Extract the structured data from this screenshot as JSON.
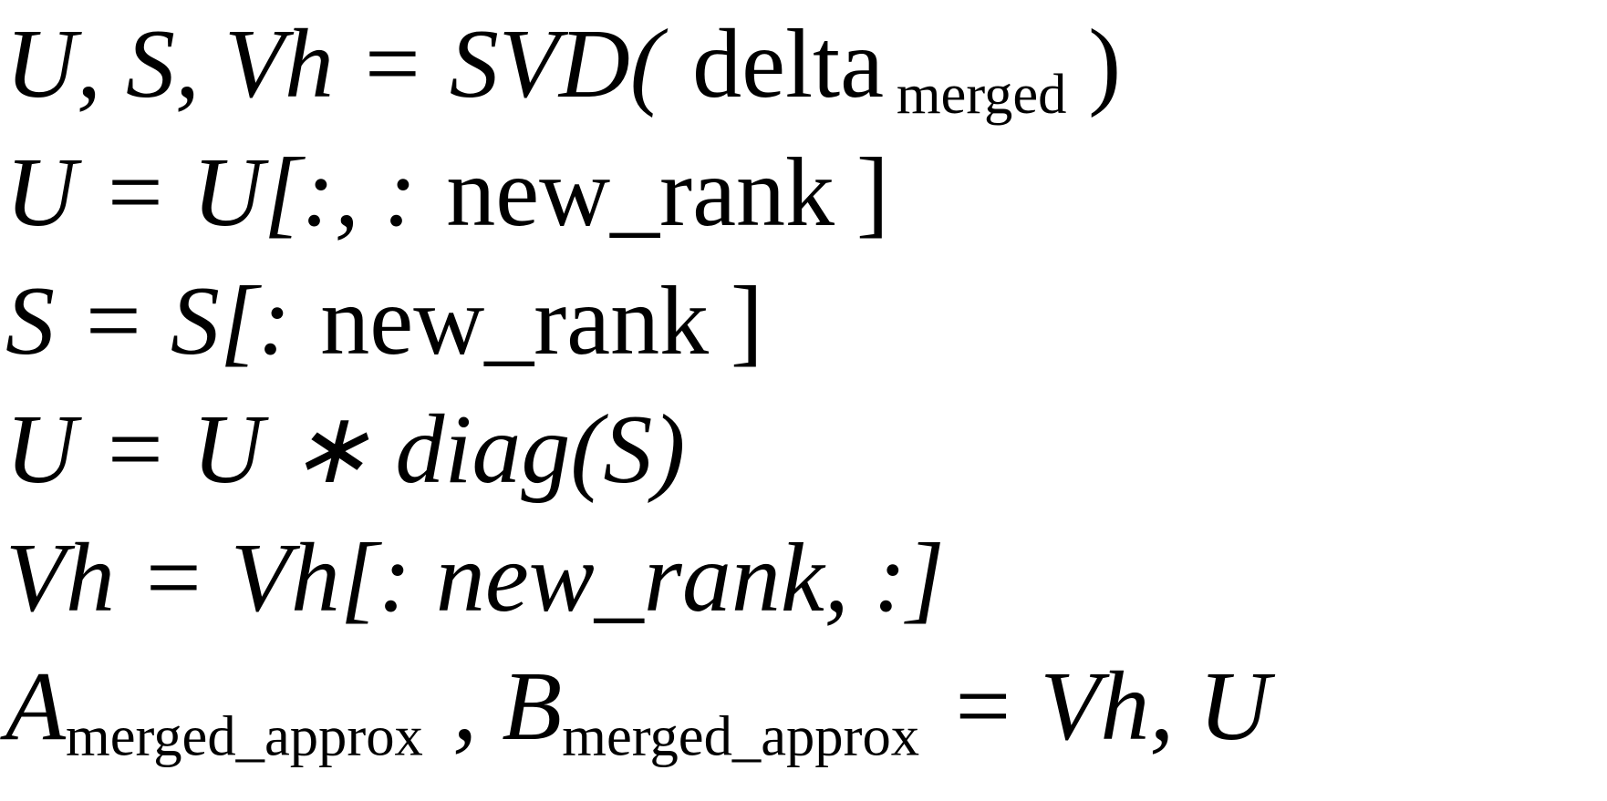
{
  "document": {
    "background_color": "#ffffff",
    "text_color": "#000000"
  },
  "equations": {
    "line1": {
      "lhs_and_call": "U, S, Vh = SVD(",
      "arg": "delta",
      "arg_subscript": "merged",
      "close_paren": ")"
    },
    "line2": {
      "expr": "U = U[:, :",
      "index_name": "new_rank",
      "close_bracket": "]"
    },
    "line3": {
      "expr": "S = S[:",
      "index_name": "new_rank",
      "close_bracket": "]"
    },
    "line4": {
      "expr": "U = U ∗ diag(S)"
    },
    "line5": {
      "expr": "Vh = Vh[: new_rank, :]"
    },
    "line6": {
      "var_a": "A",
      "var_a_subscript": "merged_approx",
      "comma_var_b": ", B",
      "var_b_subscript": "merged_approx",
      "rhs": "= Vh, U"
    }
  }
}
